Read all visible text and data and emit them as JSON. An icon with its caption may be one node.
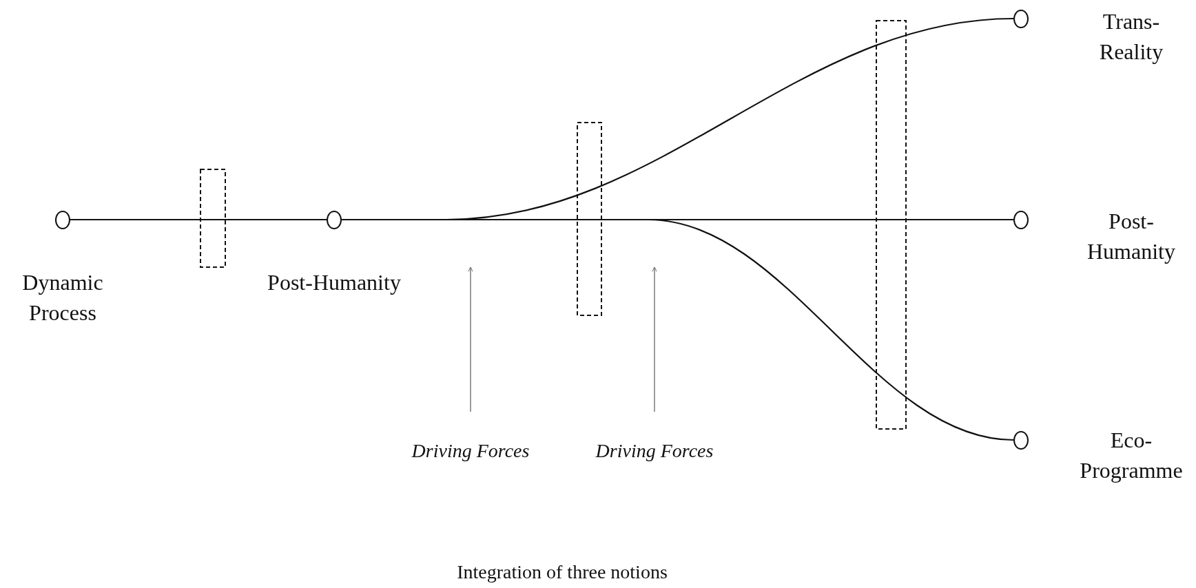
{
  "diagram": {
    "caption": "Integration of three notions",
    "nodes": [
      {
        "text": [],
        "shape": "circle",
        "beside": [
          "Dynamic Process"
        ]
      },
      {
        "text": [],
        "shape": "circle",
        "beside": [
          "Post-Humanity"
        ]
      },
      {
        "text": [],
        "shape": "circle",
        "beside": [
          "Trans- Reality"
        ]
      },
      {
        "text": [],
        "shape": "circle",
        "beside": [
          "Post- Humanity"
        ]
      },
      {
        "text": [],
        "shape": "circle",
        "beside": [
          "Eco- Programme"
        ]
      },
      {
        "text": [
          "Driving Forces"
        ]
      },
      {
        "text": [
          "Driving Forces"
        ]
      }
    ],
    "edges": [
      {
        "from": 0,
        "to": 1,
        "arrow": "none"
      },
      {
        "from": 1,
        "to": 2,
        "arrow": "none"
      },
      {
        "from": 1,
        "to": 3,
        "arrow": "none"
      },
      {
        "from": 1,
        "to": 4,
        "arrow": "none"
      },
      {
        "from": 5,
        "to": null,
        "arrow": "to",
        "color": "#666666"
      },
      {
        "from": 6,
        "to": null,
        "arrow": "to",
        "color": "#666666"
      }
    ]
  }
}
